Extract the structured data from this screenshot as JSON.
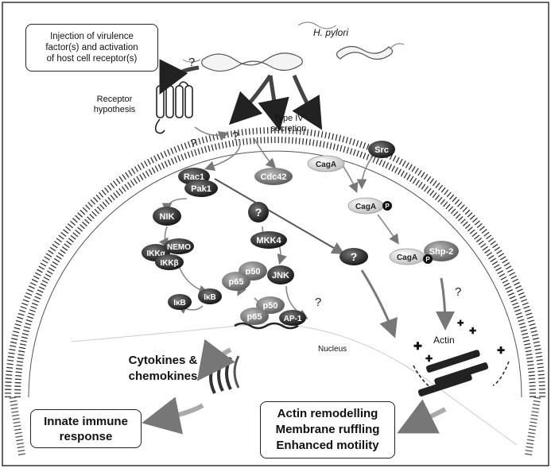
{
  "header": {
    "injection_line1": "Injection of virulence",
    "injection_line2": "factor(s) and activation",
    "injection_line3": "of host cell receptor(s)",
    "organism": "H. pylori",
    "receptor_line1": "Receptor",
    "receptor_line2": "hypothesis",
    "type4_line1": "Type IV",
    "type4_line2": "secretion"
  },
  "molecules": {
    "rac1": "Rac1",
    "pak1": "Pak1",
    "cdc42": "Cdc42",
    "nik": "NIK",
    "ikka": "IKKα",
    "nemo": "NEMO",
    "ikkb": "IKKβ",
    "mkk4": "MKK4",
    "jnk": "JNK",
    "p50_top": "p50",
    "p65_top": "p65",
    "ikb_left": "IκB",
    "ikb_right": "IκB",
    "p50_bottom": "p50",
    "p65_bottom": "p65",
    "ap1": "AP-1",
    "caga_top": "CagA",
    "caga_mid": "CagA",
    "caga_low": "CagA",
    "phos_mid": "P",
    "phos_low": "P",
    "src": "Src",
    "shp2": "Shp-2",
    "q_center": "?",
    "q_right": "?"
  },
  "questions": {
    "q_inject": "?",
    "q_receptor": "?",
    "q_type4": "?",
    "q_mid": "?",
    "q_shp": "?"
  },
  "labels": {
    "nucleus": "Nucleus",
    "actin": "Actin",
    "cytokines_line1": "Cytokines &",
    "cytokines_line2": "chemokines"
  },
  "outcomes": {
    "innate_line1": "Innate immune",
    "innate_line2": "response",
    "actin_line1": "Actin remodelling",
    "actin_line2": "Membrane ruffling",
    "actin_line3": "Enhanced motility"
  }
}
